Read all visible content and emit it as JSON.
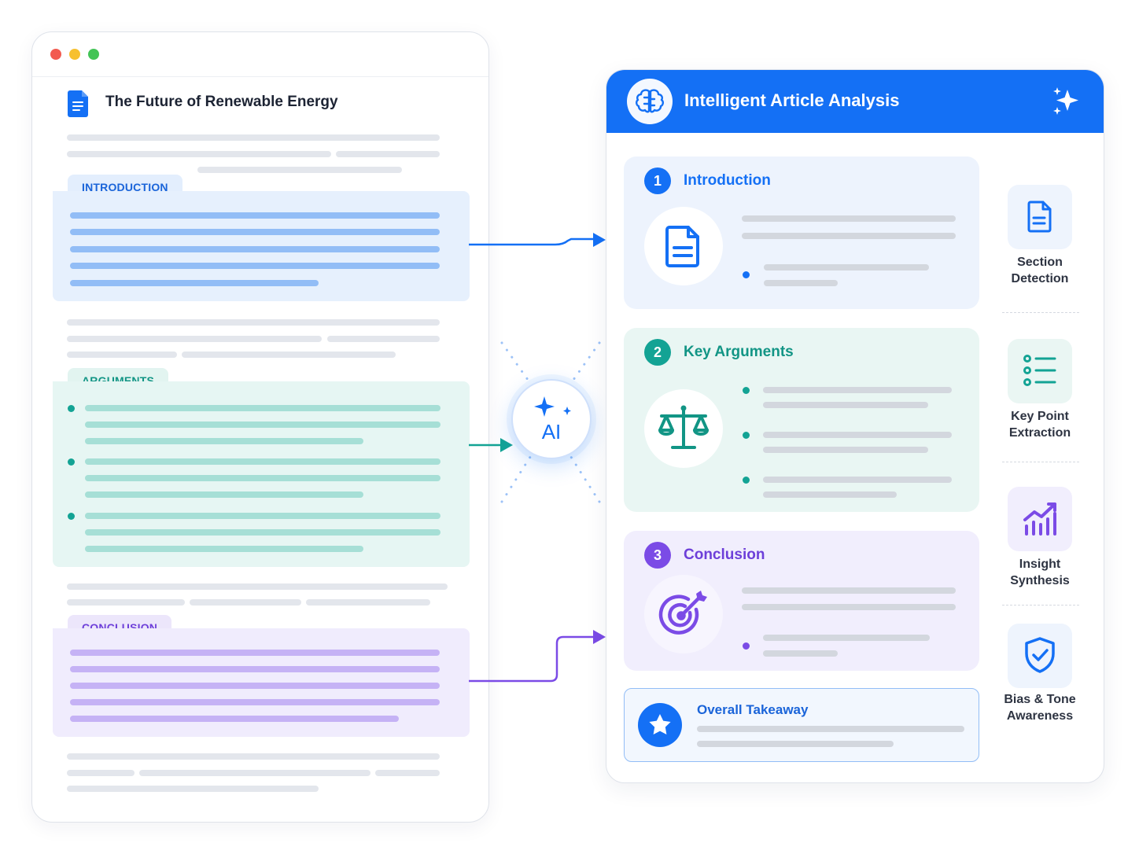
{
  "document": {
    "title": "The Future of Renewable Energy",
    "sections": {
      "introduction": "INTRODUCTION",
      "arguments": "ARGUMENTS",
      "conclusion": "CONCLUSION"
    }
  },
  "ai_badge": "AI",
  "panel": {
    "title": "Intelligent Article Analysis",
    "cards": [
      {
        "number": "1",
        "title": "Introduction"
      },
      {
        "number": "2",
        "title": "Key Arguments"
      },
      {
        "number": "3",
        "title": "Conclusion"
      }
    ],
    "takeaway": "Overall Takeaway",
    "features": [
      {
        "line1": "Section",
        "line2": "Detection"
      },
      {
        "line1": "Key Point",
        "line2": "Extraction"
      },
      {
        "line1": "Insight",
        "line2": "Synthesis"
      },
      {
        "line1": "Bias & Tone",
        "line2": "Awareness"
      }
    ]
  },
  "colors": {
    "blue": "#1470f5",
    "teal": "#13a394",
    "purple": "#7b4be6",
    "intro_bg": "#e6f0fd",
    "args_bg": "#e6f6f3",
    "concl_bg": "#f0ecfd"
  },
  "icons": [
    "document-icon",
    "brain-icon",
    "sparkles-icon",
    "scales-icon",
    "target-icon",
    "star-icon",
    "list-icon",
    "chart-icon",
    "shield-check-icon"
  ]
}
